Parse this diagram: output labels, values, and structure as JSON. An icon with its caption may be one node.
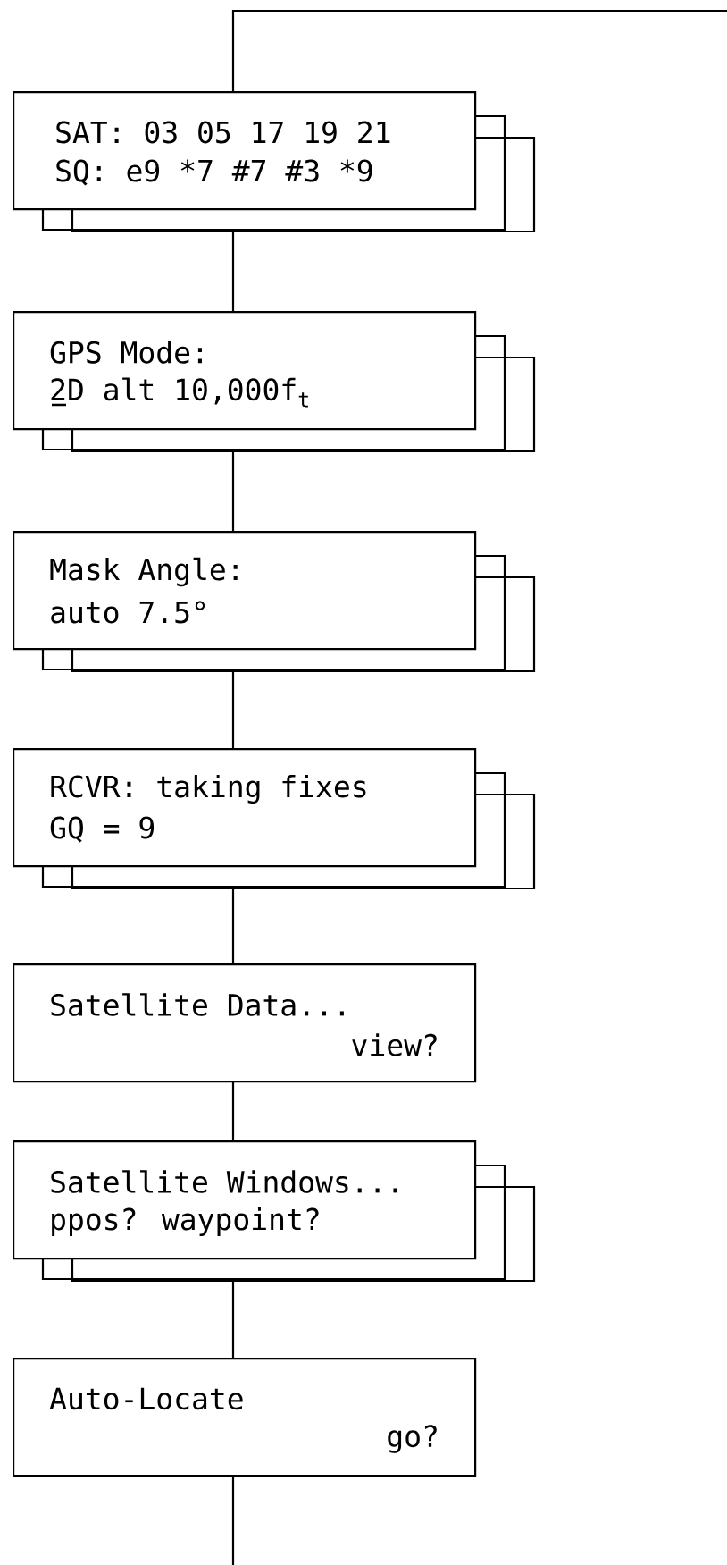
{
  "diagram": {
    "nodes": [
      {
        "text": [
          "SAT: 03 05 17 19 21",
          "SQ: e9 *7 #7 #3 *9"
        ]
      },
      {
        "text": [
          "GPS Mode:",
          "2D alt 10,000f$_{t}$"
        ]
      },
      {
        "text": [
          "Mask Angle:",
          "auto 7.5°"
        ]
      },
      {
        "text": [
          "RCVR: taking fixes",
          "GQ = 9"
        ]
      },
      {
        "text": [
          "Satellite Data...",
          "view?"
        ]
      },
      {
        "text": [
          "Satellite Windows...",
          "ppos? waypoint?"
        ]
      },
      {
        "text": [
          "Auto-Locate",
          "go?"
        ]
      }
    ],
    "edges": [
      {
        "from": null,
        "to": 0,
        "arrow": "none"
      },
      {
        "from": 0,
        "to": 1,
        "arrow": "none"
      },
      {
        "from": 1,
        "to": 2,
        "arrow": "none"
      },
      {
        "from": 2,
        "to": 3,
        "arrow": "none"
      },
      {
        "from": 3,
        "to": 4,
        "arrow": "none"
      },
      {
        "from": 4,
        "to": 5,
        "arrow": "none"
      },
      {
        "from": 5,
        "to": 6,
        "arrow": "none"
      },
      {
        "from": 6,
        "to": null,
        "arrow": "none"
      }
    ]
  }
}
